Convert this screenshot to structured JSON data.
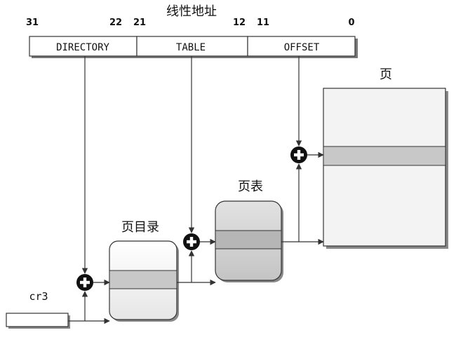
{
  "title": "线性地址",
  "bits": {
    "b31": "31",
    "b22": "22",
    "b21": "21",
    "b12": "12",
    "b11": "11",
    "b0": "0"
  },
  "fields": {
    "directory": "DIRECTORY",
    "table": "TABLE",
    "offset": "OFFSET"
  },
  "labels": {
    "page_directory": "页目录",
    "page_table": "页表",
    "page": "页",
    "cr3": "cr3"
  },
  "colors": {
    "field_fill": "#ffffff",
    "field_shadow": "#777777",
    "dir_fill": "#f6f6f6",
    "table_fill": "#d2d2d2",
    "page_fill": "#f3f3f3",
    "entry_fill": "#c8c8c8",
    "adder": "#111111"
  },
  "icons": {
    "adder": "plus-circle-icon",
    "arrow": "arrow-head-icon"
  }
}
